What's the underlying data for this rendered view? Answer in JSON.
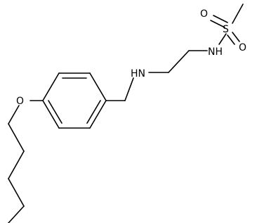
{
  "diagram": {
    "type": "chemical-structure",
    "atoms": {
      "o_top_left": "O",
      "sulfur": "S",
      "o_right": "O",
      "nh_sulfonamide": "NH",
      "nh_amine": "HN",
      "o_ether": "O"
    }
  }
}
